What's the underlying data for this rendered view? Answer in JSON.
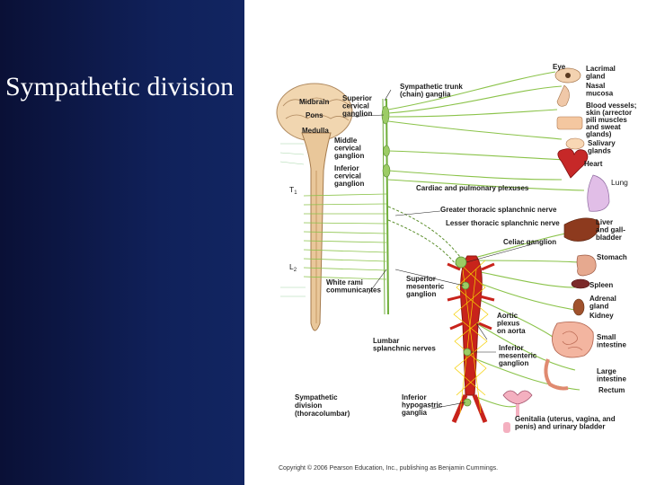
{
  "slide": {
    "title": "Sympathetic division"
  },
  "brain": {
    "midbrain": "Midbrain",
    "pons": "Pons",
    "medulla": "Medulla"
  },
  "spinal_levels": {
    "t1": "T",
    "t1_sub": "1",
    "l2": "L",
    "l2_sub": "2"
  },
  "ganglia": {
    "superior_cervical": [
      "Superior",
      "cervical",
      "ganglion"
    ],
    "middle_cervical": [
      "Middle",
      "cervical",
      "ganglion"
    ],
    "inferior_cervical": [
      "Inferior",
      "cervical",
      "ganglion"
    ],
    "trunk": [
      "Sympathetic trunk",
      "(chain) ganglia"
    ],
    "white_rami": [
      "White rami",
      "communicantes"
    ],
    "superior_mesenteric": [
      "Superior",
      "mesenteric",
      "ganglion"
    ],
    "lumbar": [
      "Lumbar",
      "splanchnic nerves"
    ],
    "aortic_plexus": [
      "Aortic",
      "plexus",
      "on aorta"
    ],
    "inferior_mesenteric": [
      "Inferior",
      "mesenteric",
      "ganglion"
    ],
    "inferior_hypogastric": [
      "Inferior",
      "hypogastric",
      "ganglia"
    ],
    "celiac": "Celiac ganglion"
  },
  "nerves": {
    "cardiac": "Cardiac and pulmonary plexuses",
    "greater": "Greater thoracic splanchnic nerve",
    "lesser": "Lesser thoracic splanchnic nerve"
  },
  "division_label": [
    "Sympathetic",
    "division",
    "(thoracolumbar)"
  ],
  "organs": {
    "eye": "Eye",
    "lacrimal": [
      "Lacrimal",
      "gland"
    ],
    "nasal": [
      "Nasal",
      "mucosa"
    ],
    "blood_vessels": [
      "Blood vessels;",
      "skin (arrector",
      "pili muscles",
      "and sweat",
      "glands)"
    ],
    "salivary": [
      "Salivary",
      "glands"
    ],
    "heart": "Heart",
    "lung": "Lung",
    "liver": [
      "Liver",
      "and gall-",
      "bladder"
    ],
    "stomach": "Stomach",
    "spleen": "Spleen",
    "adrenal": [
      "Adrenal",
      "gland"
    ],
    "kidney": "Kidney",
    "small_intestine": [
      "Small",
      "intestine"
    ],
    "large_intestine": [
      "Large",
      "intestine"
    ],
    "rectum": "Rectum",
    "genitalia": [
      "Genitalia (uterus, vagina, and",
      "penis) and urinary bladder"
    ]
  },
  "copyright": "Copyright © 2006 Pearson Education, Inc., publishing as Benjamin Cummings.",
  "colors": {
    "bg_dark": "#0a1036",
    "bg_light": "#1a3a86",
    "nerve": "#8bc34a",
    "aorta": "#c8231b"
  }
}
